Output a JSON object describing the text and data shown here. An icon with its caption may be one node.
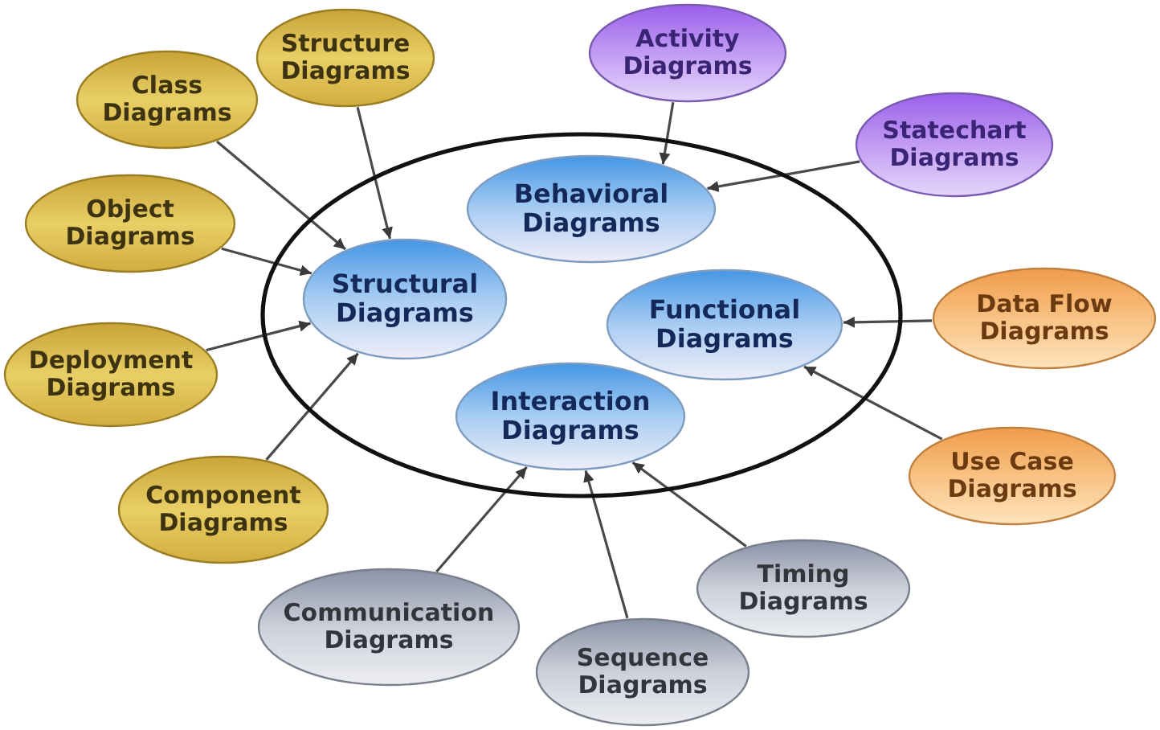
{
  "diagram": {
    "nodes": [
      {
        "text": [],
        "shape": "ellipse"
      },
      {
        "text": [
          "Structural Diagrams"
        ],
        "in": 0
      },
      {
        "text": [
          "Behavioral Diagrams"
        ],
        "in": 0
      },
      {
        "text": [
          "Functional Diagrams"
        ],
        "in": 0
      },
      {
        "text": [
          "Interaction Diagrams"
        ],
        "in": 0
      },
      {
        "text": [
          "Structure Diagrams"
        ]
      },
      {
        "text": [
          "Class Diagrams"
        ]
      },
      {
        "text": [
          "Object Diagrams"
        ]
      },
      {
        "text": [
          "Deployment Diagrams"
        ]
      },
      {
        "text": [
          "Component Diagrams"
        ]
      },
      {
        "text": [
          "Activity Diagrams"
        ]
      },
      {
        "text": [
          "Statechart Diagrams"
        ]
      },
      {
        "text": [
          "Data Flow Diagrams"
        ]
      },
      {
        "text": [
          "Use Case Diagrams"
        ]
      },
      {
        "text": [
          "Timing Diagrams"
        ]
      },
      {
        "text": [
          "Sequence Diagrams"
        ]
      },
      {
        "text": [
          "Communication Diagrams"
        ]
      }
    ],
    "edges": [
      {
        "from": 5,
        "to": 1,
        "arrow": "to"
      },
      {
        "from": 6,
        "to": 1,
        "arrow": "to"
      },
      {
        "from": 7,
        "to": 1,
        "arrow": "to"
      },
      {
        "from": 8,
        "to": 1,
        "arrow": "to"
      },
      {
        "from": 9,
        "to": 1,
        "arrow": "to"
      },
      {
        "from": 10,
        "to": 2,
        "arrow": "to"
      },
      {
        "from": 11,
        "to": 2,
        "arrow": "to"
      },
      {
        "from": 12,
        "to": 3,
        "arrow": "to"
      },
      {
        "from": 13,
        "to": 3,
        "arrow": "to"
      },
      {
        "from": 14,
        "to": 4,
        "arrow": "to"
      },
      {
        "from": 15,
        "to": 4,
        "arrow": "to"
      },
      {
        "from": 16,
        "to": 4,
        "arrow": "to"
      }
    ]
  }
}
